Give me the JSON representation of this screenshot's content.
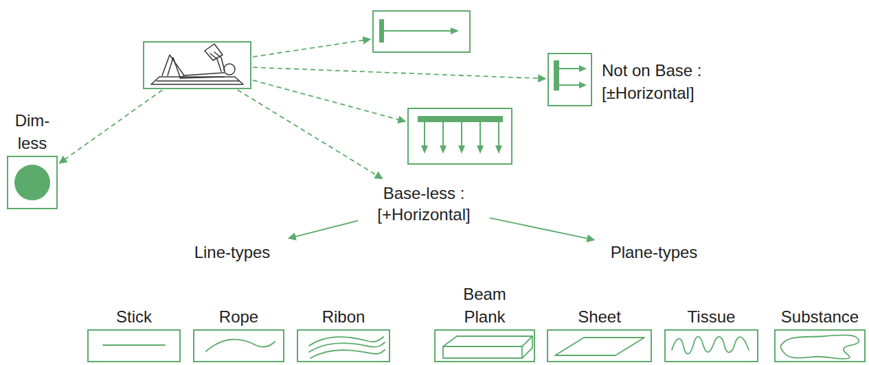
{
  "diagram": {
    "nodes": [
      {
        "text": []
      },
      {
        "text": []
      },
      {
        "text": [
          "Not on Base : [±Horizontal]"
        ]
      },
      {
        "text": []
      },
      {
        "text": [
          "Dim- less"
        ]
      },
      {
        "text": [
          "Base-less : [+Horizontal]"
        ]
      },
      {
        "text": [
          "Line-types"
        ]
      },
      {
        "text": [
          "Plane-types"
        ]
      },
      {
        "text": [
          "Stick"
        ]
      },
      {
        "text": [
          "Rope"
        ]
      },
      {
        "text": [
          "Ribon"
        ]
      },
      {
        "text": [
          "Beam Plank"
        ]
      },
      {
        "text": [
          "Sheet"
        ]
      },
      {
        "text": [
          "Tissue"
        ]
      },
      {
        "text": [
          "Substance"
        ]
      }
    ],
    "edges": [
      {
        "from": 0,
        "to": 1,
        "arrow": "to"
      },
      {
        "from": 0,
        "to": 2,
        "arrow": "to"
      },
      {
        "from": 0,
        "to": 3,
        "arrow": "to"
      },
      {
        "from": 0,
        "to": 4,
        "arrow": "to"
      },
      {
        "from": 0,
        "to": 5,
        "arrow": "to"
      },
      {
        "from": 5,
        "to": 6,
        "arrow": "to"
      },
      {
        "from": 5,
        "to": 7,
        "arrow": "to"
      }
    ]
  }
}
